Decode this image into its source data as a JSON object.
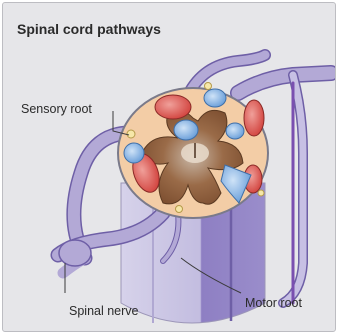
{
  "figure": {
    "title": "Spinal cord pathways",
    "labels": {
      "sensory_root": "Sensory root",
      "spinal_nerve": "Spinal nerve",
      "motor_root": "Motor root"
    }
  },
  "colors": {
    "panel_bg": "#e6e6e9",
    "cylinder_lavender": "#c7c2e0",
    "cylinder_purple": "#8f7fc2",
    "nerve": "#b3a9d6",
    "nerve_outline": "#6e5fa6",
    "cord_fill": "#f2c9a0",
    "grey_matter": "#8a5a3a",
    "red_tract": "#d9534f",
    "blue_tract": "#7fb2e5"
  }
}
